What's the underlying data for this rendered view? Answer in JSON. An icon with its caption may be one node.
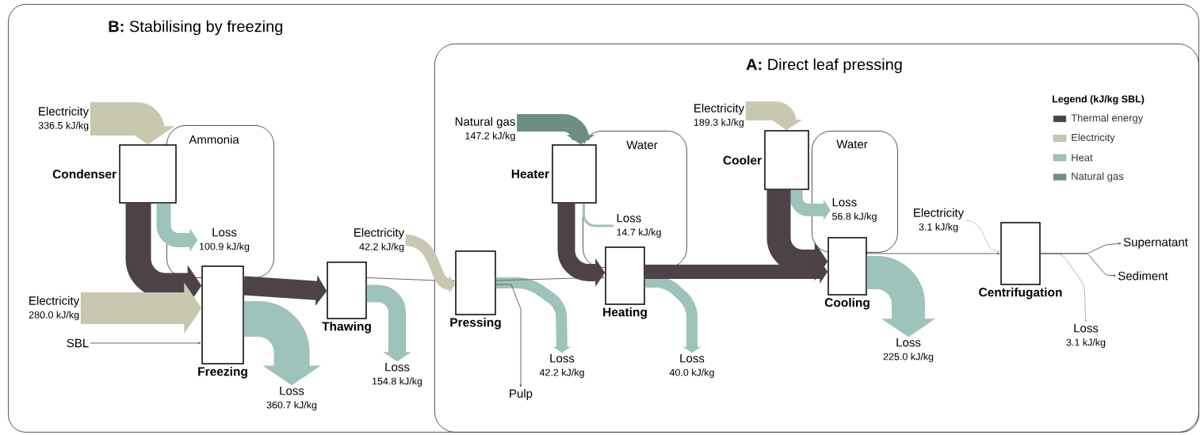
{
  "diagram": {
    "nodes": [
      {
        "text": [
          "**B:** Stabilising by freezing"
        ]
      },
      {
        "text": [
          "**A:** Direct leaf pressing"
        ],
        "in": 0
      },
      {
        "text": [
          "Ammonia"
        ],
        "in": 0
      },
      {
        "text": [
          "Water"
        ],
        "in": 1
      },
      {
        "text": [
          "Water"
        ],
        "in": 1
      },
      {
        "text": [
          "Condenser"
        ],
        "in": 0
      },
      {
        "text": [
          "Freezing"
        ],
        "in": 0
      },
      {
        "text": [
          "Thawing"
        ],
        "in": 0
      },
      {
        "text": [
          "Pressing"
        ],
        "in": 1
      },
      {
        "text": [
          "Heater"
        ],
        "in": 1
      },
      {
        "text": [
          "Heating"
        ],
        "in": 1
      },
      {
        "text": [
          "Cooler"
        ],
        "in": 1
      },
      {
        "text": [
          "Cooling"
        ],
        "in": 1
      },
      {
        "text": [
          "Centrifugation"
        ],
        "in": 1
      },
      {
        "text": [
          "Electricity",
          "336.5 kJ/kg"
        ],
        "in": 0
      },
      {
        "text": [
          "Loss",
          "100.9 kJ/kg"
        ],
        "in": 2
      },
      {
        "text": [
          "Electricity",
          "280.0 kJ/kg"
        ],
        "in": 0
      },
      {
        "text": [
          "SBL"
        ],
        "in": 0
      },
      {
        "text": [
          "Loss",
          "360.7 kJ/kg"
        ],
        "in": 0
      },
      {
        "text": [
          "Electricity",
          "42.2 kJ/kg"
        ],
        "in": 0
      },
      {
        "text": [
          "Loss",
          "154.8 kJ/kg"
        ],
        "in": 0
      },
      {
        "text": [
          "Natural gas",
          "147.2 kJ/kg"
        ],
        "in": 1
      },
      {
        "text": [
          "Loss",
          "14.7 kJ/kg"
        ],
        "in": 3
      },
      {
        "text": [
          "Loss",
          "42.2 kJ/kg"
        ],
        "in": 1
      },
      {
        "text": [
          "Pulp"
        ],
        "in": 1
      },
      {
        "text": [
          "Loss",
          "40.0 kJ/kg"
        ],
        "in": 1
      },
      {
        "text": [
          "Electricity",
          "189.3 kJ/kg"
        ],
        "in": 1
      },
      {
        "text": [
          "Loss",
          "56.8 kJ/kg"
        ],
        "in": 4
      },
      {
        "text": [
          "Loss",
          "225.0 kJ/kg"
        ],
        "in": 1
      },
      {
        "text": [
          "Electricity",
          "3.1 kJ/kg"
        ],
        "in": 1
      },
      {
        "text": [
          "Loss",
          "3.1 kJ/kg"
        ],
        "in": 1
      },
      {
        "text": [
          "Supernatant"
        ],
        "in": 1
      },
      {
        "text": [
          "Sediment"
        ],
        "in": 1
      }
    ],
    "edges": [
      {
        "from": 14,
        "to": 5,
        "arrow": "to",
        "style": "thick",
        "color": "#c8c7b0"
      },
      {
        "from": 5,
        "to": 15,
        "arrow": "to",
        "color": "#9dc3ba"
      },
      {
        "from": 5,
        "to": 6,
        "arrow": "to",
        "style": "thick",
        "color": "#4e4249"
      },
      {
        "from": 16,
        "to": 6,
        "arrow": "to",
        "style": "thick",
        "color": "#c8c7b0"
      },
      {
        "from": 17,
        "to": 6,
        "arrow": "to",
        "color": "#666666"
      },
      {
        "from": 6,
        "to": 18,
        "arrow": "to",
        "style": "thick",
        "color": "#9dc3ba"
      },
      {
        "from": 6,
        "to": 7,
        "arrow": "to",
        "color": "#4e4249"
      },
      {
        "from": 7,
        "to": 20,
        "arrow": "to",
        "color": "#9dc3ba"
      },
      {
        "from": 7,
        "to": 8,
        "arrow": "to",
        "color": "#666666"
      },
      {
        "from": 19,
        "to": 8,
        "arrow": "to",
        "color": "#c8c7b0"
      },
      {
        "from": 8,
        "to": 23,
        "arrow": "to",
        "color": "#9dc3ba"
      },
      {
        "from": 8,
        "to": 24,
        "arrow": "to",
        "color": "#666666"
      },
      {
        "from": 8,
        "to": 10,
        "arrow": "to",
        "color": "#666666"
      },
      {
        "from": 21,
        "to": 9,
        "arrow": "to",
        "color": "#6c8e84"
      },
      {
        "from": 9,
        "to": 22,
        "arrow": "to",
        "color": "#9dc3ba"
      },
      {
        "from": 9,
        "to": 10,
        "arrow": "to",
        "color": "#4e4249"
      },
      {
        "from": 10,
        "to": 25,
        "arrow": "to",
        "color": "#9dc3ba"
      },
      {
        "from": 10,
        "to": 12,
        "arrow": "to",
        "color": "#4e4249"
      },
      {
        "from": 26,
        "to": 11,
        "arrow": "to",
        "color": "#c8c7b0"
      },
      {
        "from": 11,
        "to": 27,
        "arrow": "to",
        "color": "#9dc3ba"
      },
      {
        "from": 11,
        "to": 12,
        "arrow": "to",
        "style": "thick",
        "color": "#4e4249"
      },
      {
        "from": 12,
        "to": 28,
        "arrow": "to",
        "style": "thick",
        "color": "#9dc3ba"
      },
      {
        "from": 12,
        "to": 13,
        "arrow": "to",
        "color": "#666666"
      },
      {
        "from": 29,
        "to": 13,
        "arrow": "to",
        "color": "#c8c7b0"
      },
      {
        "from": 13,
        "to": 30,
        "arrow": "to",
        "color": "#9dc3ba"
      },
      {
        "from": 13,
        "to": 31,
        "arrow": "to",
        "color": "#666666"
      },
      {
        "from": 13,
        "to": 32,
        "arrow": "to",
        "color": "#666666"
      }
    ],
    "labels": [
      "Legend (kJ/kg SBL)"
    ],
    "legend": [
      {
        "text": "Thermal energy",
        "color": "#4e4249"
      },
      {
        "text": "Electricity",
        "color": "#c8c7b0"
      },
      {
        "text": "Heat",
        "color": "#9dc3ba"
      },
      {
        "text": "Natural gas",
        "color": "#6c8e84"
      }
    ]
  }
}
